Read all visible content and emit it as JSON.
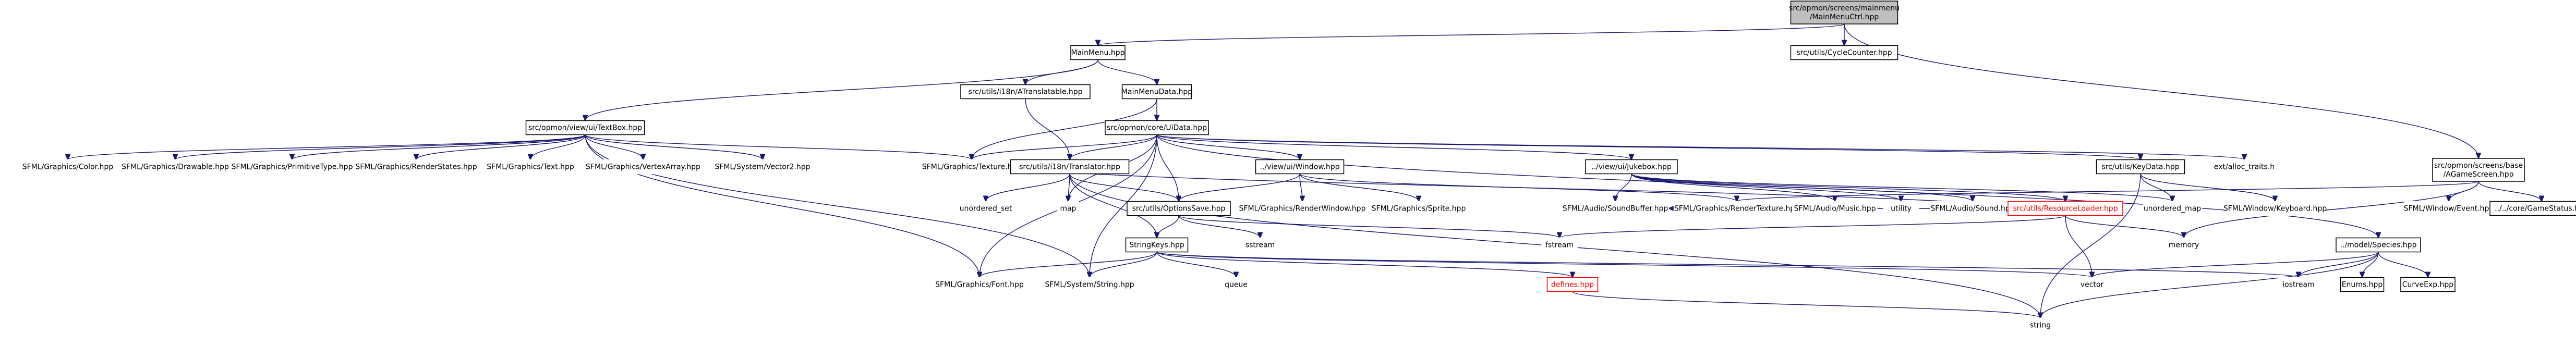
{
  "colors": {
    "edge": "#191970",
    "root_fill": "#bfbfbf",
    "node_border": "#000000",
    "missing_text": "#ff0000",
    "background": "#ffffff"
  },
  "nodes": [
    {
      "id": "root",
      "lines": [
        "src/opmon/screens/mainmenu",
        "/MainMenuCtrl.hpp"
      ],
      "kind": "root"
    },
    {
      "id": "mainmenu",
      "lines": [
        "MainMenu.hpp"
      ],
      "kind": "file"
    },
    {
      "id": "cyclecounter",
      "lines": [
        "src/utils/CycleCounter.hpp"
      ],
      "kind": "file"
    },
    {
      "id": "i18ntranslatable",
      "lines": [
        "src/utils/i18n/ATranslatable.hpp"
      ],
      "kind": "file"
    },
    {
      "id": "mainmenudata",
      "lines": [
        "MainMenuData.hpp"
      ],
      "kind": "file"
    },
    {
      "id": "textbox",
      "lines": [
        "src/opmon/view/ui/TextBox.hpp"
      ],
      "kind": "file"
    },
    {
      "id": "uidata",
      "lines": [
        "src/opmon/core/UiData.hpp"
      ],
      "kind": "file"
    },
    {
      "id": "color",
      "lines": [
        "SFML/Graphics/Color.hpp"
      ],
      "kind": "system"
    },
    {
      "id": "drawable",
      "lines": [
        "SFML/Graphics/Drawable.hpp"
      ],
      "kind": "system"
    },
    {
      "id": "primitivetype",
      "lines": [
        "SFML/Graphics/PrimitiveType.hpp"
      ],
      "kind": "system"
    },
    {
      "id": "renderstates",
      "lines": [
        "SFML/Graphics/RenderStates.hpp"
      ],
      "kind": "system"
    },
    {
      "id": "text",
      "lines": [
        "SFML/Graphics/Text.hpp"
      ],
      "kind": "system"
    },
    {
      "id": "vertexarray",
      "lines": [
        "SFML/Graphics/VertexArray.hpp"
      ],
      "kind": "system"
    },
    {
      "id": "vector2",
      "lines": [
        "SFML/System/Vector2.hpp"
      ],
      "kind": "system"
    },
    {
      "id": "texture",
      "lines": [
        "SFML/Graphics/Texture.hpp"
      ],
      "kind": "system"
    },
    {
      "id": "translator",
      "lines": [
        "src/utils/i18n/Translator.hpp"
      ],
      "kind": "file"
    },
    {
      "id": "window",
      "lines": [
        "../view/ui/Window.hpp"
      ],
      "kind": "file"
    },
    {
      "id": "jukebox",
      "lines": [
        "../view/ui/Jukebox.hpp"
      ],
      "kind": "file"
    },
    {
      "id": "keydata",
      "lines": [
        "src/utils/KeyData.hpp"
      ],
      "kind": "file"
    },
    {
      "id": "exttraits",
      "lines": [
        "ext/alloc_traits.h"
      ],
      "kind": "system"
    },
    {
      "id": "agamescreen",
      "lines": [
        "src/opmon/screens/base",
        "/AGameScreen.hpp"
      ],
      "kind": "file"
    },
    {
      "id": "unorderedset",
      "lines": [
        "unordered_set"
      ],
      "kind": "system"
    },
    {
      "id": "map",
      "lines": [
        "map"
      ],
      "kind": "system"
    },
    {
      "id": "optionssave",
      "lines": [
        "src/utils/OptionsSave.hpp"
      ],
      "kind": "file"
    },
    {
      "id": "renderwindow",
      "lines": [
        "SFML/Graphics/RenderWindow.hpp"
      ],
      "kind": "system"
    },
    {
      "id": "sprite",
      "lines": [
        "SFML/Graphics/Sprite.hpp"
      ],
      "kind": "system"
    },
    {
      "id": "soundbuffer",
      "lines": [
        "SFML/Audio/SoundBuffer.hpp"
      ],
      "kind": "system"
    },
    {
      "id": "rendertexture",
      "lines": [
        "SFML/Graphics/RenderTexture.hpp"
      ],
      "kind": "system"
    },
    {
      "id": "music",
      "lines": [
        "SFML/Audio/Music.hpp"
      ],
      "kind": "system"
    },
    {
      "id": "utility",
      "lines": [
        "utility"
      ],
      "kind": "system"
    },
    {
      "id": "sound",
      "lines": [
        "SFML/Audio/Sound.hpp"
      ],
      "kind": "system"
    },
    {
      "id": "resourceloader",
      "lines": [
        "src/utils/ResourceLoader.hpp"
      ],
      "kind": "missing"
    },
    {
      "id": "unorderedmap",
      "lines": [
        "unordered_map"
      ],
      "kind": "system"
    },
    {
      "id": "keyboard",
      "lines": [
        "SFML/Window/Keyboard.hpp"
      ],
      "kind": "system"
    },
    {
      "id": "event",
      "lines": [
        "SFML/Window/Event.hpp"
      ],
      "kind": "system"
    },
    {
      "id": "gamestatus",
      "lines": [
        "../../core/GameStatus.hpp"
      ],
      "kind": "file"
    },
    {
      "id": "sstream",
      "lines": [
        "sstream"
      ],
      "kind": "system"
    },
    {
      "id": "stringkeys",
      "lines": [
        "StringKeys.hpp"
      ],
      "kind": "file"
    },
    {
      "id": "fstream",
      "lines": [
        "fstream"
      ],
      "kind": "system"
    },
    {
      "id": "memory",
      "lines": [
        "memory"
      ],
      "kind": "system"
    },
    {
      "id": "species",
      "lines": [
        "../model/Species.hpp"
      ],
      "kind": "file"
    },
    {
      "id": "font",
      "lines": [
        "SFML/Graphics/Font.hpp"
      ],
      "kind": "system"
    },
    {
      "id": "string_sfml",
      "lines": [
        "SFML/System/String.hpp"
      ],
      "kind": "system"
    },
    {
      "id": "queue",
      "lines": [
        "queue"
      ],
      "kind": "system"
    },
    {
      "id": "defines",
      "lines": [
        "defines.hpp"
      ],
      "kind": "missing"
    },
    {
      "id": "vector",
      "lines": [
        "vector"
      ],
      "kind": "system"
    },
    {
      "id": "iostream",
      "lines": [
        "iostream"
      ],
      "kind": "system"
    },
    {
      "id": "enums",
      "lines": [
        "Enums.hpp"
      ],
      "kind": "file"
    },
    {
      "id": "curveexp",
      "lines": [
        "CurveExp.hpp"
      ],
      "kind": "file"
    },
    {
      "id": "string",
      "lines": [
        "string"
      ],
      "kind": "system"
    }
  ],
  "edges": [
    [
      "root",
      "mainmenu"
    ],
    [
      "root",
      "cyclecounter"
    ],
    [
      "root",
      "agamescreen"
    ],
    [
      "mainmenu",
      "textbox"
    ],
    [
      "mainmenu",
      "i18ntranslatable"
    ],
    [
      "mainmenu",
      "mainmenudata"
    ],
    [
      "mainmenudata",
      "uidata"
    ],
    [
      "mainmenudata",
      "texture"
    ],
    [
      "i18ntranslatable",
      "translator"
    ],
    [
      "textbox",
      "color"
    ],
    [
      "textbox",
      "drawable"
    ],
    [
      "textbox",
      "primitivetype"
    ],
    [
      "textbox",
      "renderstates"
    ],
    [
      "textbox",
      "text"
    ],
    [
      "textbox",
      "vertexarray"
    ],
    [
      "textbox",
      "vector2"
    ],
    [
      "textbox",
      "texture"
    ],
    [
      "textbox",
      "font"
    ],
    [
      "textbox",
      "string_sfml"
    ],
    [
      "uidata",
      "texture"
    ],
    [
      "uidata",
      "translator"
    ],
    [
      "uidata",
      "window"
    ],
    [
      "uidata",
      "jukebox"
    ],
    [
      "uidata",
      "keydata"
    ],
    [
      "uidata",
      "exttraits"
    ],
    [
      "uidata",
      "species"
    ],
    [
      "uidata",
      "optionssave"
    ],
    [
      "uidata",
      "map"
    ],
    [
      "uidata",
      "font"
    ],
    [
      "uidata",
      "string_sfml"
    ],
    [
      "translator",
      "unorderedset"
    ],
    [
      "translator",
      "map"
    ],
    [
      "translator",
      "optionssave"
    ],
    [
      "translator",
      "stringkeys"
    ],
    [
      "translator",
      "string"
    ],
    [
      "window",
      "renderwindow"
    ],
    [
      "window",
      "sprite"
    ],
    [
      "window",
      "rendertexture"
    ],
    [
      "window",
      "optionssave"
    ],
    [
      "jukebox",
      "soundbuffer"
    ],
    [
      "jukebox",
      "music"
    ],
    [
      "jukebox",
      "utility"
    ],
    [
      "jukebox",
      "sound"
    ],
    [
      "jukebox",
      "resourceloader"
    ],
    [
      "jukebox",
      "unorderedmap"
    ],
    [
      "keydata",
      "keyboard"
    ],
    [
      "keydata",
      "unorderedmap"
    ],
    [
      "keydata",
      "string"
    ],
    [
      "agamescreen",
      "event"
    ],
    [
      "agamescreen",
      "gamestatus"
    ],
    [
      "agamescreen",
      "memory"
    ],
    [
      "agamescreen",
      "rendertexture"
    ],
    [
      "optionssave",
      "stringkeys"
    ],
    [
      "optionssave",
      "sstream"
    ],
    [
      "optionssave",
      "fstream"
    ],
    [
      "stringkeys",
      "font"
    ],
    [
      "stringkeys",
      "string_sfml"
    ],
    [
      "stringkeys",
      "queue"
    ],
    [
      "stringkeys",
      "defines"
    ],
    [
      "stringkeys",
      "vector"
    ],
    [
      "stringkeys",
      "iostream"
    ],
    [
      "resourceloader",
      "fstream"
    ],
    [
      "resourceloader",
      "memory"
    ],
    [
      "resourceloader",
      "vector"
    ],
    [
      "resourceloader",
      "soundbuffer"
    ],
    [
      "resourceloader",
      "texture"
    ],
    [
      "species",
      "enums"
    ],
    [
      "species",
      "curveexp"
    ],
    [
      "species",
      "vector"
    ],
    [
      "species",
      "iostream"
    ],
    [
      "species",
      "string"
    ],
    [
      "defines",
      "string"
    ]
  ]
}
